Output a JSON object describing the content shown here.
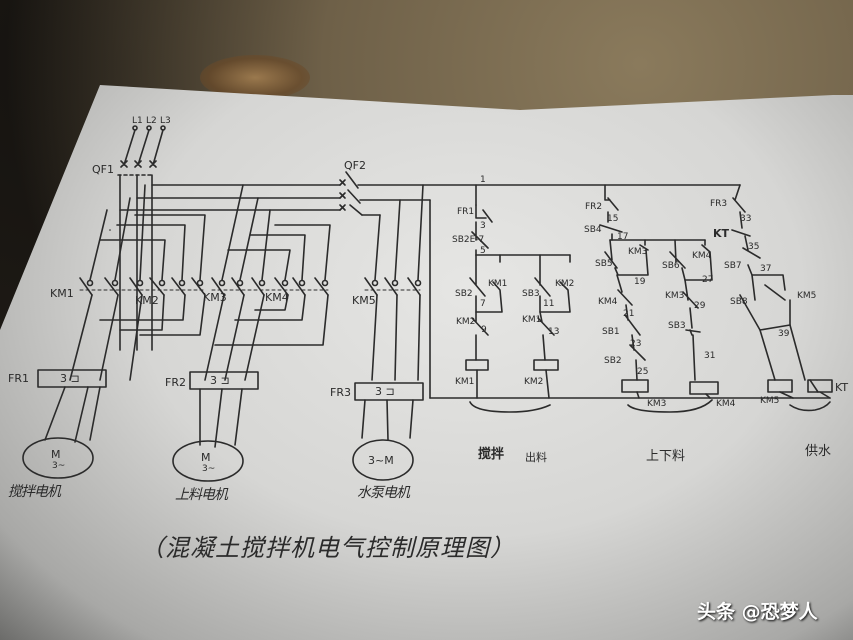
{
  "title": "（混凝土搅拌机电气控制原理图）",
  "watermark": "头条 @恐梦人",
  "power": {
    "phases": [
      "L1",
      "L2",
      "L3"
    ],
    "main_breaker": "QF1",
    "control_breaker": "QF2"
  },
  "motors": [
    {
      "id": "M1",
      "fr": "FR1",
      "fr_text": "3 ⊐",
      "symbol": "M",
      "symbol_sub": "3~",
      "caption": "搅拌电机",
      "contactors": [
        "KM1",
        "KM2"
      ]
    },
    {
      "id": "M2",
      "fr": "FR2",
      "fr_text": "3 ⊐",
      "symbol": "M",
      "symbol_sub": "3~",
      "caption": "上料电机",
      "contactors": [
        "KM3",
        "KM4"
      ]
    },
    {
      "id": "M3",
      "fr": "FR3",
      "fr_text": "3 ⊐",
      "symbol": "3~M",
      "symbol_sub": "",
      "caption": "水泵电机",
      "contactors": [
        "KM5"
      ]
    }
  ],
  "control_circuits": [
    {
      "group": "搅拌 出料",
      "elements": [
        "FR1",
        "SB2",
        "SB2",
        "SB3",
        "KM1",
        "KM2",
        "KM1",
        "KM2"
      ],
      "nodes": [
        "1",
        "3",
        "5",
        "7",
        "9",
        "11",
        "13"
      ],
      "coils": [
        "KM1",
        "KM2"
      ]
    },
    {
      "group": "上下料",
      "elements": [
        "FR2",
        "SB4",
        "SB5",
        "SB6",
        "KM3",
        "KM4",
        "SB1",
        "SB2",
        "SB3"
      ],
      "nodes": [
        "15",
        "17",
        "19",
        "21",
        "23",
        "25",
        "27",
        "29",
        "31"
      ],
      "coils": [
        "KM3",
        "KM4"
      ]
    },
    {
      "group": "供水",
      "elements": [
        "FR3",
        "KT",
        "SB7",
        "SB8",
        "KM5"
      ],
      "nodes": [
        "33",
        "35",
        "37",
        "39"
      ],
      "coils": [
        "KM5",
        "KT"
      ]
    }
  ],
  "labels": {
    "L1": "L1",
    "L2": "L2",
    "L3": "L3",
    "QF1": "QF1",
    "QF2": "QF2",
    "KM1": "KM1",
    "KM2": "KM2",
    "KM3": "KM3",
    "KM4": "KM4",
    "KM5": "KM5",
    "KT": "KT",
    "FR1": "FR1",
    "FR2": "FR2",
    "FR3": "FR3",
    "SB1": "SB1",
    "SB2": "SB2",
    "SB3": "SB3",
    "SB4": "SB4",
    "SB5": "SB5",
    "SB6": "SB6",
    "SB7": "SB7",
    "SB8": "SB8",
    "SB2E": "SB2E-7",
    "n1": "1",
    "n3": "3",
    "n5": "5",
    "n7": "7",
    "n9": "9",
    "n11": "11",
    "n13": "13",
    "n15": "15",
    "n17": "17",
    "n19": "19",
    "n21": "21",
    "n23": "23",
    "n25": "25",
    "n27": "27",
    "n29": "29",
    "n31": "31",
    "n33": "33",
    "n35": "35",
    "n37": "37",
    "n39": "39",
    "fr_text": "3 ⊐",
    "M": "M",
    "M3": "3~",
    "M3alt": "3~M",
    "cap_m1": "搅拌电机",
    "cap_m2": "上料电机",
    "cap_m3": "水泵电机",
    "grp1a": "搅拌",
    "grp1b": "出料",
    "grp2": "上下料",
    "grp3": "供水"
  },
  "colors": {
    "ink": "#2b2b2b",
    "paper": "#dcdcda",
    "background": "#3a3026"
  }
}
